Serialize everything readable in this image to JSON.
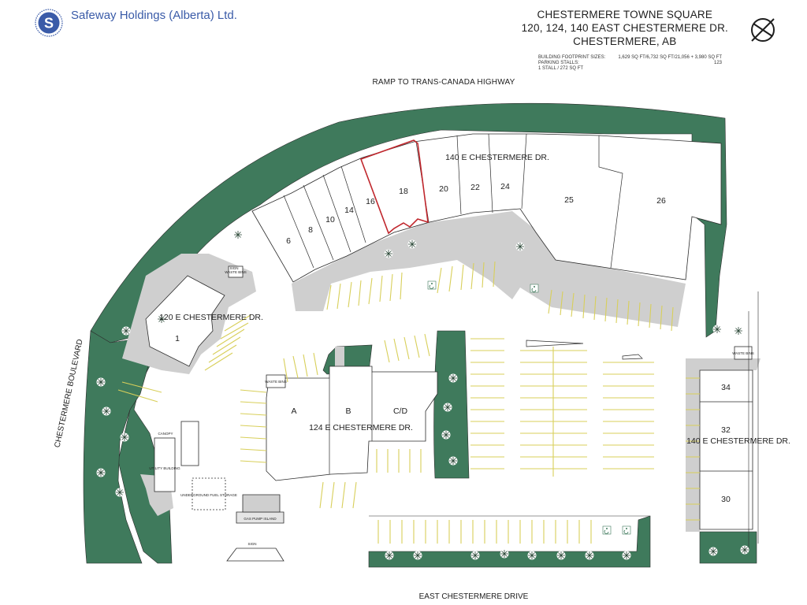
{
  "company": "Safeway Holdings (Alberta) Ltd.",
  "logo_letter": "S",
  "title_lines": [
    "CHESTERMERE TOWNE SQUARE",
    "120, 124, 140 EAST CHESTERMERE DR.",
    "CHESTERMERE, AB"
  ],
  "stats": {
    "footprint_label": "BUILDING FOOTPRINT SIZES:",
    "footprint_value": "1,629 SQ FT/6,732 SQ FT/21,056 + 3,980 SQ FT",
    "stalls_label": "PARKING STALLS:",
    "stalls_value": "123",
    "ratio": "1 STALL / 272 SQ FT"
  },
  "roads": {
    "north": "RAMP TO TRANS-CANADA HIGHWAY",
    "west": "CHESTERMERE BOULEVARD",
    "south": "EAST CHESTERMERE DRIVE"
  },
  "buildings": {
    "b120": "120 E CHESTERMERE DR.",
    "b124": "124 E CHESTERMERE DR.",
    "b140_north": "140 E CHESTERMERE DR.",
    "b140_east": "140 E CHESTERMERE DR."
  },
  "units": [
    "6",
    "8",
    "10",
    "14",
    "16",
    "18",
    "20",
    "22",
    "24",
    "25",
    "26",
    "1",
    "A",
    "B",
    "C/D",
    "34",
    "32",
    "30"
  ],
  "highlighted_unit": "18",
  "facilities": {
    "waste_bins": "WASTE BINS",
    "sign": "SIGN",
    "utility": "UTILITY BUILDING",
    "fuel": "UNDERGROUND FUEL STORAGE",
    "gas": "GAS PUMP ISLAND",
    "canopy": "CANOPY"
  },
  "colors": {
    "landscape": "#3f7a5c",
    "pavement": "#cfcfcf",
    "building": "#ffffff",
    "stripe": "#d8cf5a",
    "highlight": "#c0272d",
    "brand": "#3a5ba8"
  }
}
